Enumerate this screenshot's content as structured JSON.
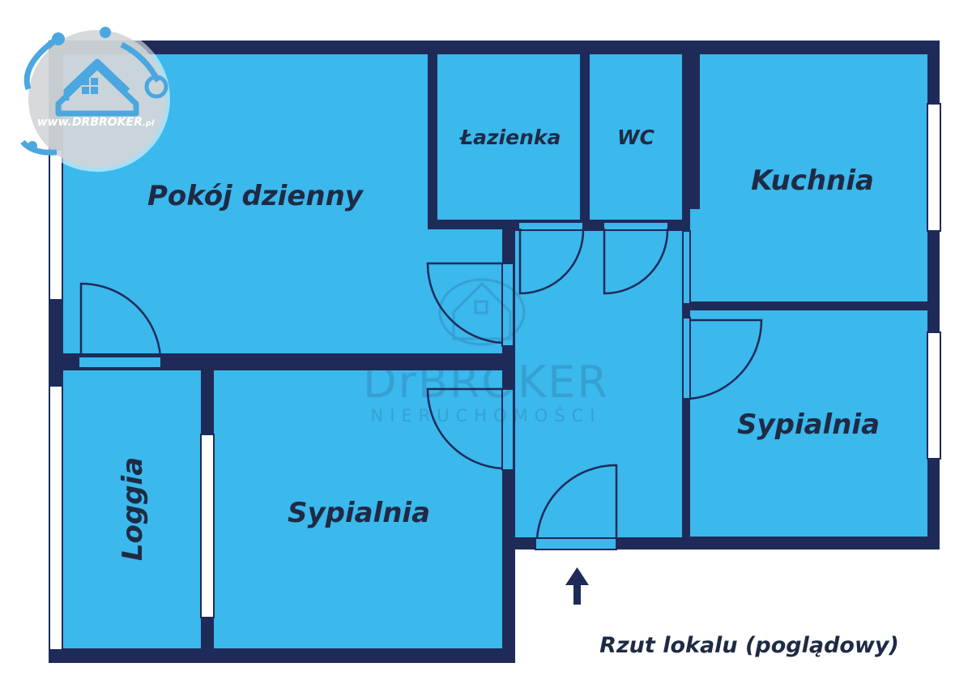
{
  "colors": {
    "wall": "#1e2b59",
    "room_fill": "#3bb8ec",
    "window": "#ffffff",
    "label": "#1f2a44",
    "logo_blue": "#4aa7e0"
  },
  "logo": {
    "url_text_prefix": "www.",
    "url_text_brand": "DRBROKER",
    "url_text_suffix": ".pl",
    "icon": "house-network-icon"
  },
  "watermark": {
    "brand_line1": "DrBROKER",
    "brand_line2": "NIERUCHOMOŚCI"
  },
  "rooms": {
    "living_room": "Pokój dzienny",
    "bathroom": "Łazienka",
    "wc": "WC",
    "kitchen": "Kuchnia",
    "bedroom_right": "Sypialnia",
    "bedroom_left": "Sypialnia",
    "loggia": "Loggia"
  },
  "entrance_icon": "arrow-up-icon",
  "caption": "Rzut lokalu (poglądowy)"
}
